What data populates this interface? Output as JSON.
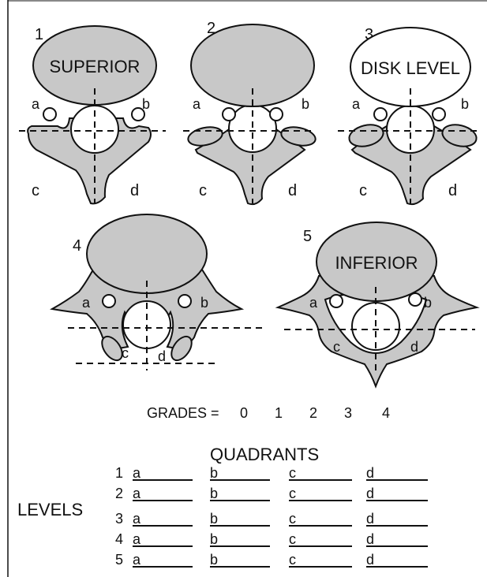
{
  "figures": [
    {
      "number": "1",
      "body_label": "SUPERIOR",
      "quadrants": [
        "a",
        "b",
        "c",
        "d"
      ]
    },
    {
      "number": "2",
      "body_label": "",
      "quadrants": [
        "a",
        "b",
        "c",
        "d"
      ]
    },
    {
      "number": "3",
      "body_label": "DISK LEVEL",
      "quadrants": [
        "a",
        "b",
        "c",
        "d"
      ]
    },
    {
      "number": "4",
      "body_label": "",
      "quadrants": [
        "a",
        "b",
        "c",
        "d"
      ]
    },
    {
      "number": "5",
      "body_label": "INFERIOR",
      "quadrants": [
        "a",
        "b",
        "c",
        "d"
      ]
    }
  ],
  "grades": {
    "label": "GRADES =",
    "values": [
      "0",
      "1",
      "2",
      "3",
      "4"
    ]
  },
  "table": {
    "title": "QUADRANTS",
    "side_label": "LEVELS",
    "rows": [
      "1",
      "2",
      "3",
      "4",
      "5"
    ],
    "columns": [
      "a",
      "b",
      "c",
      "d"
    ]
  },
  "colors": {
    "bone": "#c8c8c8",
    "outline": "#111111",
    "background": "#ffffff"
  }
}
